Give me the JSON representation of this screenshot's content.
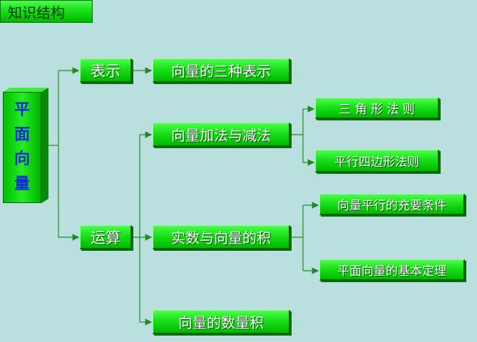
{
  "header": {
    "title": "知识结构"
  },
  "root": {
    "chars": [
      "平",
      "面",
      "向",
      "量"
    ]
  },
  "level1": {
    "represent": "表示",
    "operations": "运算"
  },
  "level2": {
    "three_representations": "向量的三种表示",
    "add_subtract": "向量加法与减法",
    "scalar_product": "实数与向量的积",
    "dot_product": "向量的数量积"
  },
  "level3": {
    "triangle_rule": "三 角 形 法 则",
    "parallelogram_rule": "平行四边形法则",
    "parallel_condition": "向量平行的充要条件",
    "basic_theorem": "平面向量的基本定理"
  },
  "colors": {
    "background": "#b9e0df",
    "box_green": "#19e019",
    "root_text": "#0a2bd6",
    "line_green": "#1e8c1e"
  }
}
